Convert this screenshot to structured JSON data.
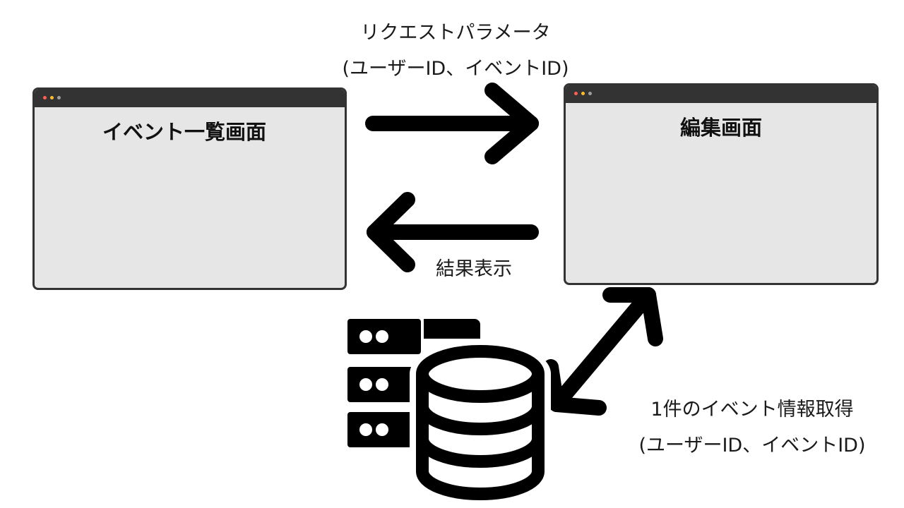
{
  "screens": {
    "list": {
      "title": "イベント一覧画面",
      "dot_colors": [
        "#ff5f57",
        "#febc2e",
        "#9e9e9e"
      ]
    },
    "edit": {
      "title": "編集画面",
      "dot_colors": [
        "#ff5f57",
        "#febc2e",
        "#9e9e9e"
      ]
    }
  },
  "labels": {
    "request_line1": "リクエストパラメータ",
    "request_line2": "(ユーザーID、イベントID)",
    "result": "結果表示",
    "fetch_line1": "1件のイベント情報取得",
    "fetch_line2": "(ユーザーID、イベントID)"
  },
  "icons": {
    "database": "database-server-icon"
  },
  "colors": {
    "stroke": "#000000",
    "window_border": "#333333",
    "window_body": "#e6e6e6"
  }
}
